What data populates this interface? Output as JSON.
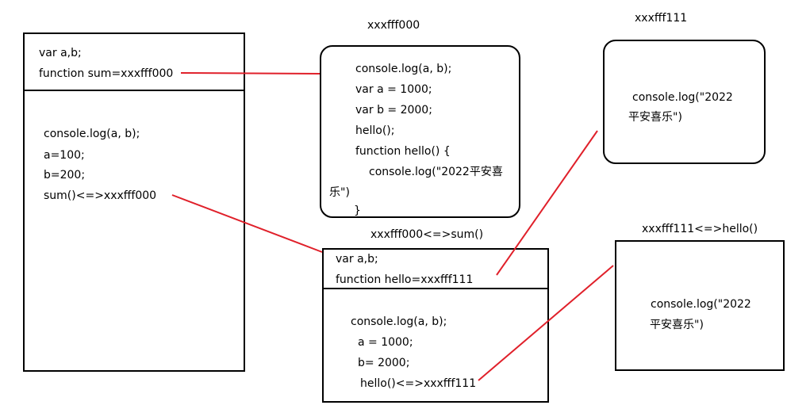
{
  "colors": {
    "link": "#e0202a",
    "border": "#000000"
  },
  "global_scope": {
    "vars": "var a,b;",
    "func_decl": "function sum=xxxfff000",
    "code": [
      "console.log(a, b);",
      "a=100;",
      "b=200;",
      "sum()<=>xxxfff000"
    ]
  },
  "heap_sum": {
    "address": "xxxfff000",
    "code": [
      "console.log(a, b);",
      "var a = 1000;",
      "var b = 2000;",
      "hello();",
      "function hello() {",
      "console.log(\"2022平安喜",
      "乐\")",
      "}"
    ]
  },
  "heap_hello": {
    "address": "xxxfff111",
    "code": [
      "console.log(\"2022",
      "平安喜乐\")"
    ]
  },
  "sum_scope": {
    "title": "xxxfff000<=>sum()",
    "vars": "var a,b;",
    "func_decl": "function hello=xxxfff111",
    "code": [
      "console.log(a, b);",
      "a = 1000;",
      "b=  2000;",
      "hello()<=>xxxfff111"
    ]
  },
  "hello_scope": {
    "title": "xxxfff111<=>hello()",
    "code": [
      "console.log(\"2022",
      "平安喜乐\")"
    ]
  }
}
